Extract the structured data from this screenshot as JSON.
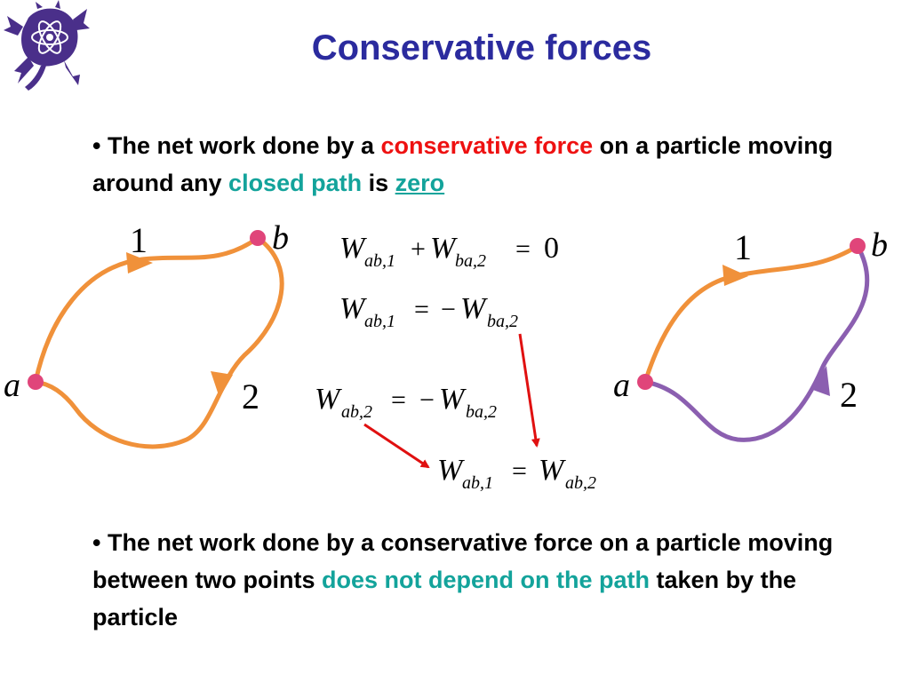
{
  "title": "Conservative forces",
  "bullet1": {
    "marker": "•",
    "t1": "The net work done by a",
    "t2": "conservative force",
    "t3": "on a particle moving around any",
    "t4": "closed path",
    "t5": "is",
    "t6": "zero"
  },
  "bullet2": {
    "marker": "•",
    "t1": "The net work done by a conservative force on a particle moving between two points",
    "t2": "does not depend on the path",
    "t3": "taken by the particle"
  },
  "left_diagram": {
    "point_a": "a",
    "point_b": "b",
    "path1_label": "1",
    "path2_label": "2"
  },
  "right_diagram": {
    "point_a": "a",
    "point_b": "b",
    "path1_label": "1",
    "path2_label": "2"
  },
  "equations": {
    "eq1": {
      "W1": "W",
      "sub1": "ab,1",
      "plus": "+",
      "W2": "W",
      "sub2": "ba,2",
      "eq": "=",
      "rhs": "0"
    },
    "eq2": {
      "W1": "W",
      "sub1": "ab,1",
      "eq": "=",
      "minus": "−",
      "W2": "W",
      "sub2": "ba,2"
    },
    "eq3": {
      "W1": "W",
      "sub1": "ab,2",
      "eq": "=",
      "minus": "−",
      "W2": "W",
      "sub2": "ba,2"
    },
    "eq4": {
      "W1": "W",
      "sub1": "ab,1",
      "eq": "=",
      "W2": "W",
      "sub2": "ab,2"
    }
  },
  "colors": {
    "title": "#2b2b9e",
    "highlight_red": "#ee1111",
    "highlight_teal": "#13a39b",
    "path_orange": "#f0913a",
    "path_purple": "#8b5fb0",
    "point_pink": "#e0457a",
    "arrow_red": "#e01010",
    "logo_purple": "#4a2f8a"
  }
}
